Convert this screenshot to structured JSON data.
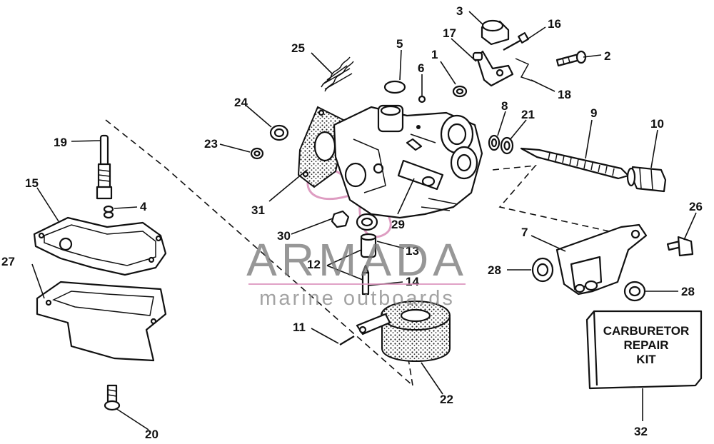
{
  "parts": [
    {
      "id": "1",
      "label": "1"
    },
    {
      "id": "2",
      "label": "2"
    },
    {
      "id": "3",
      "label": "3"
    },
    {
      "id": "4",
      "label": "4"
    },
    {
      "id": "5",
      "label": "5"
    },
    {
      "id": "6",
      "label": "6"
    },
    {
      "id": "7",
      "label": "7"
    },
    {
      "id": "8",
      "label": "8"
    },
    {
      "id": "9",
      "label": "9"
    },
    {
      "id": "10",
      "label": "10"
    },
    {
      "id": "11",
      "label": "11"
    },
    {
      "id": "12",
      "label": "12"
    },
    {
      "id": "13",
      "label": "13"
    },
    {
      "id": "14",
      "label": "14"
    },
    {
      "id": "15",
      "label": "15"
    },
    {
      "id": "16",
      "label": "16"
    },
    {
      "id": "17",
      "label": "17"
    },
    {
      "id": "18",
      "label": "18"
    },
    {
      "id": "19",
      "label": "19"
    },
    {
      "id": "20",
      "label": "20"
    },
    {
      "id": "21",
      "label": "21"
    },
    {
      "id": "22",
      "label": "22"
    },
    {
      "id": "23",
      "label": "23"
    },
    {
      "id": "24",
      "label": "24"
    },
    {
      "id": "25",
      "label": "25"
    },
    {
      "id": "26",
      "label": "26"
    },
    {
      "id": "27",
      "label": "27"
    },
    {
      "id": "28",
      "label": "28"
    },
    {
      "id": "29",
      "label": "29"
    },
    {
      "id": "30",
      "label": "30"
    },
    {
      "id": "31",
      "label": "31"
    },
    {
      "id": "32",
      "label": "32"
    }
  ],
  "repair_kit": {
    "line1": "CARBURETOR",
    "line2": "REPAIR",
    "line3": "KIT"
  },
  "watermark": {
    "brand": "ARMADA",
    "tagline": "marine outboards",
    "accent_color": "#d98cb8"
  },
  "colors": {
    "ink": "#111111",
    "background": "#ffffff",
    "watermark_gray": "#7b7b7b"
  }
}
